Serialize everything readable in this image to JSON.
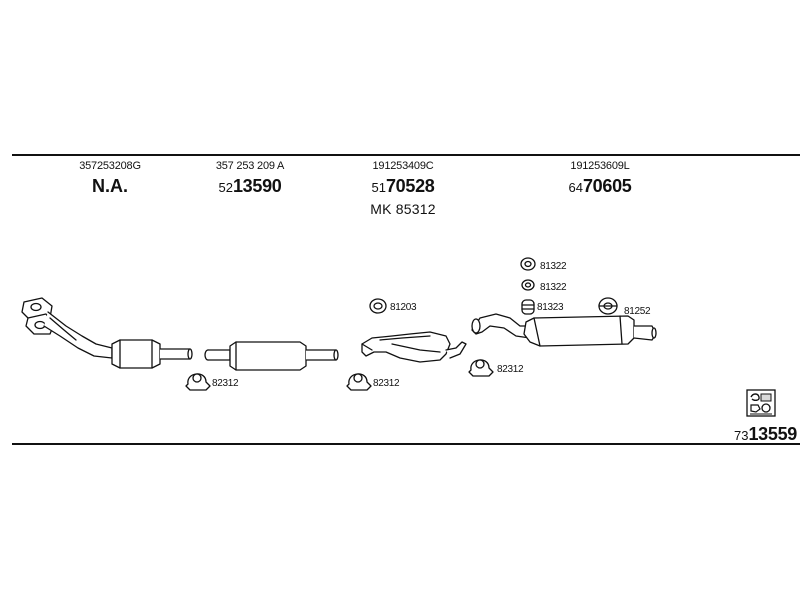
{
  "components": [
    {
      "oe_number": "357253208G",
      "part_text": "N.A."
    },
    {
      "oe_number": "357 253 209 A",
      "part_prefix": "52",
      "part_main": "13590"
    },
    {
      "oe_number": "191253409C",
      "part_prefix": "51",
      "part_main": "70528",
      "mk": "MK  85312"
    },
    {
      "oe_number": "191253609L",
      "part_prefix": "64",
      "part_main": "70605"
    }
  ],
  "small_parts": {
    "clamp_1": "82312",
    "clamp_2": "82312",
    "clamp_3": "82312",
    "rubber_ring_a": "81203",
    "rubber_ring_b": "81322",
    "rubber_ring_c": "81322",
    "rubber_ring_d": "81323",
    "hanger": "81252"
  },
  "set": {
    "prefix": "73",
    "main": "13559"
  },
  "colors": {
    "ink": "#111111",
    "background": "#ffffff",
    "shade": "#d9d9d9"
  },
  "icons": [
    "front-pipe-icon",
    "catalytic-converter-icon",
    "middle-silencer-icon",
    "rear-silencer-icon",
    "clamp-icon",
    "rubber-ring-icon",
    "hanger-icon",
    "parts-set-icon"
  ]
}
